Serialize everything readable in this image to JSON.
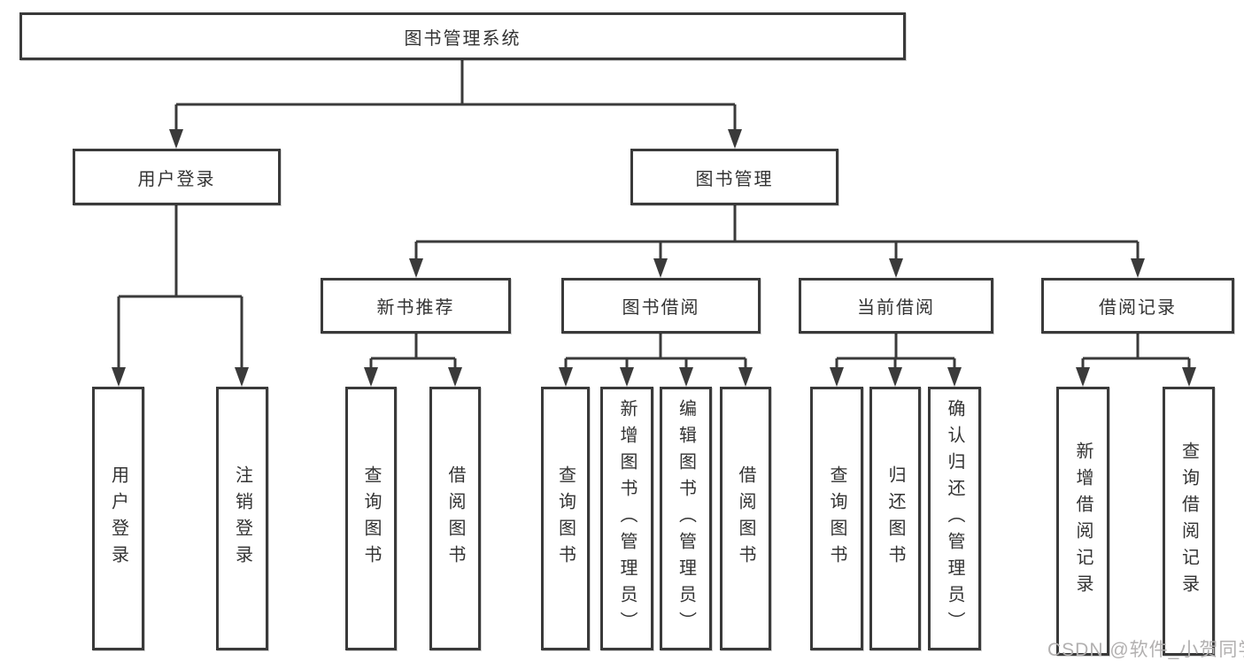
{
  "tree": {
    "root": "图书管理系统",
    "children": [
      {
        "label": "用户登录",
        "children": [
          {
            "label": "用户登录"
          },
          {
            "label": "注销登录"
          }
        ]
      },
      {
        "label": "图书管理",
        "children": [
          {
            "label": "新书推荐",
            "children": [
              {
                "label": "查询图书"
              },
              {
                "label": "借阅图书"
              }
            ]
          },
          {
            "label": "图书借阅",
            "children": [
              {
                "label": "查询图书"
              },
              {
                "label": "新增图书（管理员）"
              },
              {
                "label": "编辑图书（管理员）"
              },
              {
                "label": "借阅图书"
              }
            ]
          },
          {
            "label": "当前借阅",
            "children": [
              {
                "label": "查询图书"
              },
              {
                "label": "归还图书"
              },
              {
                "label": "确认归还（管理员）"
              }
            ]
          },
          {
            "label": "借阅记录",
            "children": [
              {
                "label": "新增借阅记录"
              },
              {
                "label": "查询借阅记录"
              }
            ]
          }
        ]
      }
    ]
  },
  "watermark": "CSDN @软件_小贺同学",
  "colors": {
    "line": "#3a3a3a",
    "text": "#333333",
    "watermark": "#b2b0b0",
    "background": "#ffffff"
  }
}
